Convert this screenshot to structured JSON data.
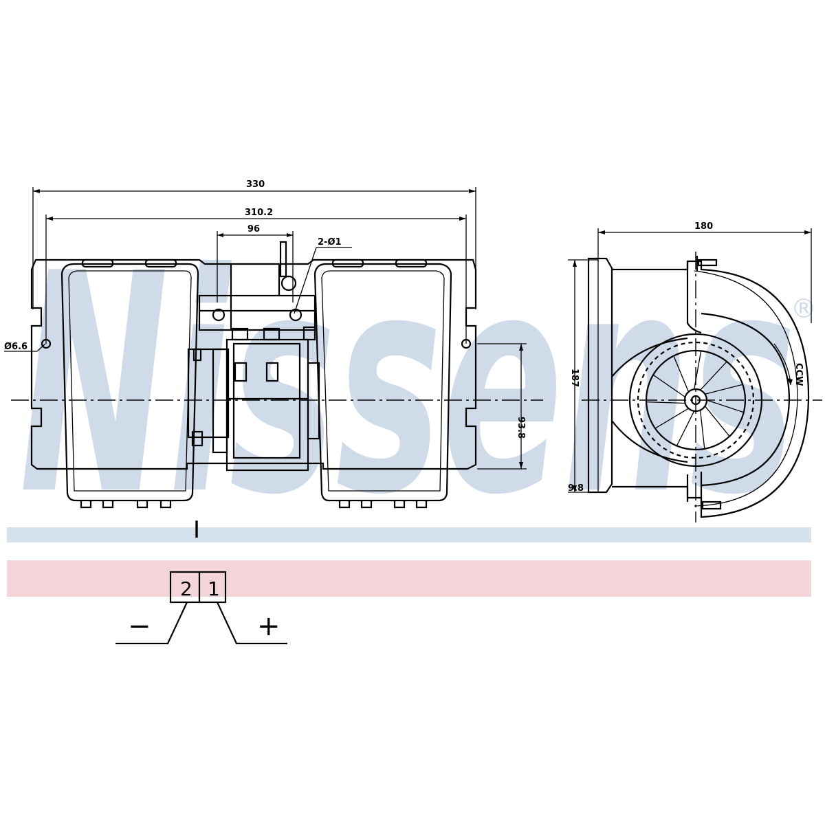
{
  "colors": {
    "watermark": "#cfdbe9",
    "blue_band": "#d6e2ee",
    "pink_band": "#f4d5da",
    "line": "#000000"
  },
  "watermark": {
    "text": "Nissens",
    "registered_mark": "®"
  },
  "front_view": {
    "dimensions": {
      "overall_width": "330",
      "mount_width": "310.2",
      "center_width": "96",
      "hole_callout": "2-Ø1",
      "hole_diameter": "Ø6.6",
      "mount_height": "93.8"
    },
    "section_mark": "I"
  },
  "side_view": {
    "dimensions": {
      "depth": "180",
      "height": "187",
      "flange": "9.8"
    },
    "rotation_label": "CCW"
  },
  "connector": {
    "pins": [
      "2",
      "1"
    ],
    "minus_label": "−",
    "plus_label": "+"
  }
}
